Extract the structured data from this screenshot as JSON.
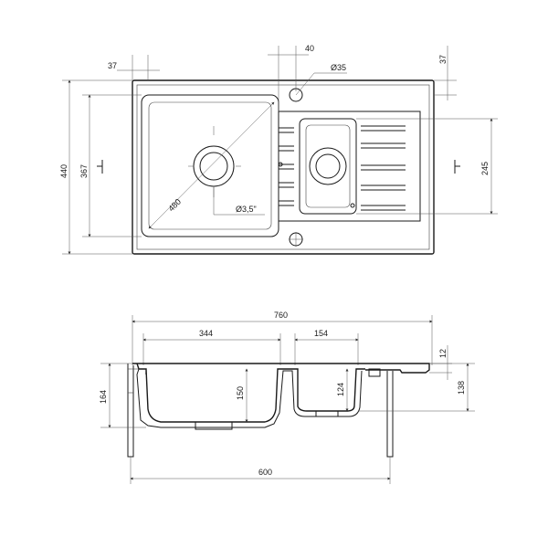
{
  "top_view": {
    "dims": {
      "width_hole_offset": "37",
      "tap_hole_spacing": "40",
      "tap_hole_diameter": "Ø35",
      "top_margin": "37",
      "overall_depth": "440",
      "bowl_depth": "367",
      "bowl_diagonal": "480",
      "small_bowl_depth": "245",
      "corner_radius": "Ø3,5\""
    }
  },
  "section_view": {
    "dims": {
      "overall_width": "760",
      "big_bowl_width": "344",
      "small_bowl_width": "154",
      "rim_thickness": "12",
      "overall_height": "164",
      "big_bowl_depth": "150",
      "small_bowl_depth": "124",
      "small_side_height": "138",
      "cabinet_width": "600"
    }
  },
  "colors": {
    "line": "#1a1a1a",
    "background": "#ffffff"
  }
}
